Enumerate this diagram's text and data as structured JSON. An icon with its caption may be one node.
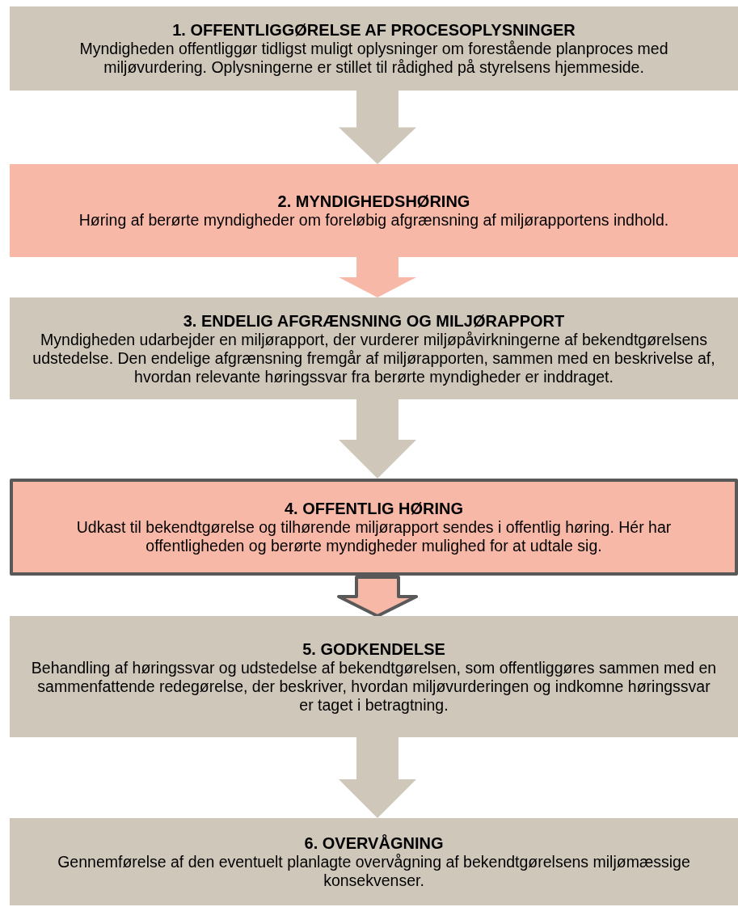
{
  "diagram": {
    "nodes": [
      {
        "text": [
          "1. OFFENTLIGGØRELSE AF PROCESOPLYSNINGER",
          "Myndigheden offentliggør tidligst muligt oplysninger om forestående planproces med miljøvurdering. Oplysningerne er stillet til rådighed på styrelsens hjemmeside."
        ]
      },
      {
        "text": [
          "2. MYNDIGHEDSHØRING",
          "Høring af berørte myndigheder om foreløbig afgrænsning af miljørapportens indhold."
        ]
      },
      {
        "text": [
          "3. ENDELIG AFGRÆNSNING OG MILJØRAPPORT",
          "Myndigheden udarbejder en miljørapport, der vurderer miljøpåvirkningerne af bekendtgørelsens udstedelse. Den endelige afgrænsning fremgår af miljørapporten, sammen med en beskrivelse af, hvordan relevante høringssvar fra berørte myndigheder er inddraget."
        ]
      },
      {
        "text": [
          "4. OFFENTLIG HØRING",
          "Udkast til bekendtgørelse og tilhørende miljørapport sendes i offentlig høring. Hér har offentligheden og berørte myndigheder mulighed for at udtale sig."
        ]
      },
      {
        "text": [
          "5. GODKENDELSE",
          "Behandling af høringssvar og udstedelse af bekendtgørelsen, som offentliggøres sammen med en sammenfattende redegørelse, der beskriver, hvordan miljøvurderingen og indkomne høringssvar er taget i betragtning."
        ]
      },
      {
        "text": [
          "6. OVERVÅGNING",
          "Gennemførelse af den eventuelt planlagte overvågning af bekendtgørelsens miljømæssige konsekvenser."
        ]
      }
    ],
    "edges": [
      {
        "from": 0,
        "to": 1,
        "arrow": "to"
      },
      {
        "from": 1,
        "to": 2,
        "arrow": "to",
        "color": "#f8b8a8"
      },
      {
        "from": 2,
        "to": 3,
        "arrow": "to"
      },
      {
        "from": 3,
        "to": 4,
        "arrow": "to",
        "color": "#f8b8a8"
      },
      {
        "from": 4,
        "to": 5,
        "arrow": "to"
      }
    ]
  }
}
